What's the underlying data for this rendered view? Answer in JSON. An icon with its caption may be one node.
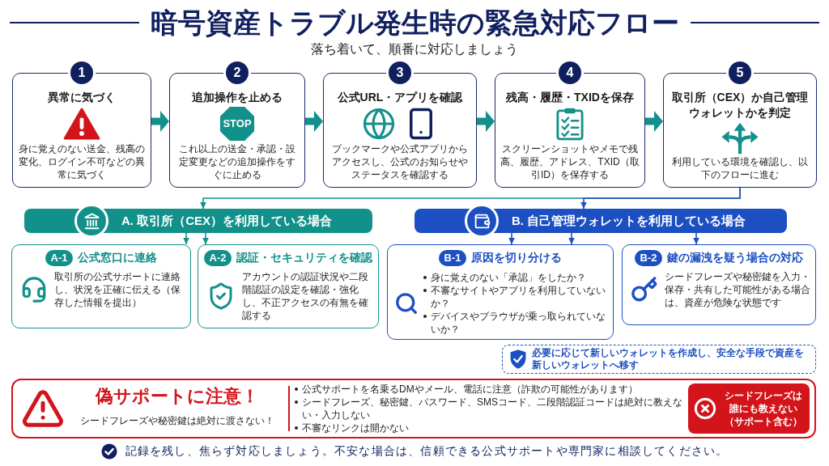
{
  "diagram": {
    "title": "暗号資産トラブル発生時の緊急対応フロー",
    "nodes": [
      {
        "text": [
          "1",
          "異常に気づく",
          "身に覚えのない送金、残高の変化、ログイン不可などの異常に気づく"
        ]
      },
      {
        "text": [
          "2",
          "追加操作を止める",
          "STOP",
          "これ以上の送金・承認・設定変更などの追加操作をすぐに止める"
        ]
      },
      {
        "text": [
          "3",
          "公式URL・アプリを確認",
          "ブックマークや公式アプリからアクセスし、公式のお知らせやステータスを確認する"
        ]
      },
      {
        "text": [
          "4",
          "残高・履歴・TXIDを保存",
          "スクリーンショットやメモで残高、履歴、アドレス、TXID（取引ID）を保存する"
        ]
      },
      {
        "text": [
          "5",
          "取引所（CEX）か自己管理ウォレットかを判定",
          "利用している環境を確認し、以下のフローに進む"
        ]
      },
      {
        "text": [
          "A. 取引所（CEX）を利用している場合"
        ]
      },
      {
        "text": [
          "A-1",
          "公式窓口に連絡",
          "取引所の公式サポートに連絡し、状況を正確に伝える（保存した情報を提出）"
        ]
      },
      {
        "text": [
          "A-2",
          "認証・セキュリティを確認",
          "アカウントの認証状況や二段階認証の設定を確認・強化し、不正アクセスの有無を確認する"
        ]
      },
      {
        "text": [
          "B. 自己管理ウォレットを利用している場合"
        ]
      },
      {
        "text": [
          "B-1",
          "原因を切り分ける",
          "身に覚えのない「承認」をしたか？",
          "不審なサイトやアプリを利用していないか？",
          "デバイスやブラウザが乗っ取られていないか？"
        ]
      },
      {
        "text": [
          "B-2",
          "鍵の漏洩を疑う場合の対応",
          "シードフレーズや秘密鍵を入力・保存・共有した可能性がある場合は、資産が危険な状態です"
        ]
      },
      {
        "text": [
          "必要に応じて新しいウォレットを作成し、安全な手段で資産を新しいウォレットへ移す"
        ]
      },
      {
        "text": [
          "偽サポートに注意！",
          "シードフレーズや秘密鍵は絶対に渡さない！",
          "公式サポートを名乗るDMやメール、電話に注意（詐欺の可能性があります）",
          "シードフレーズ、秘密鍵、パスワード、SMSコード、二段階認証コードは絶対に教えない・入力しない",
          "不審なリンクは開かない"
        ]
      },
      {
        "text": [
          "シードフレーズは誰にも教えない（サポート含む）"
        ],
        "in": 12
      }
    ],
    "edges": [
      {
        "from": 0,
        "to": 1,
        "arrow": "to",
        "style": "thick"
      },
      {
        "from": 1,
        "to": 2,
        "arrow": "to",
        "style": "thick"
      },
      {
        "from": 2,
        "to": 3,
        "arrow": "to",
        "style": "thick"
      },
      {
        "from": 3,
        "to": 4,
        "arrow": "to",
        "style": "thick"
      },
      {
        "from": 4,
        "to": 5,
        "arrow": "to"
      },
      {
        "from": 4,
        "to": 8,
        "arrow": "to",
        "color": "#1c4fc2"
      },
      {
        "from": 5,
        "to": 6,
        "arrow": "to"
      },
      {
        "from": 5,
        "to": 7,
        "arrow": "to"
      },
      {
        "from": 8,
        "to": 9,
        "arrow": "to",
        "color": "#1c4fc2"
      },
      {
        "from": 8,
        "to": 9,
        "arrow": "to",
        "color": "#1c4fc2"
      },
      {
        "from": 8,
        "to": 10,
        "arrow": "to",
        "color": "#1c4fc2"
      }
    ],
    "labels": [
      "落ち着いて、順番に対応しましょう",
      "記録を残し、焦らず対応しましょう。不安な場合は、信頼できる公式サポートや専門家に相談してください。"
    ]
  }
}
